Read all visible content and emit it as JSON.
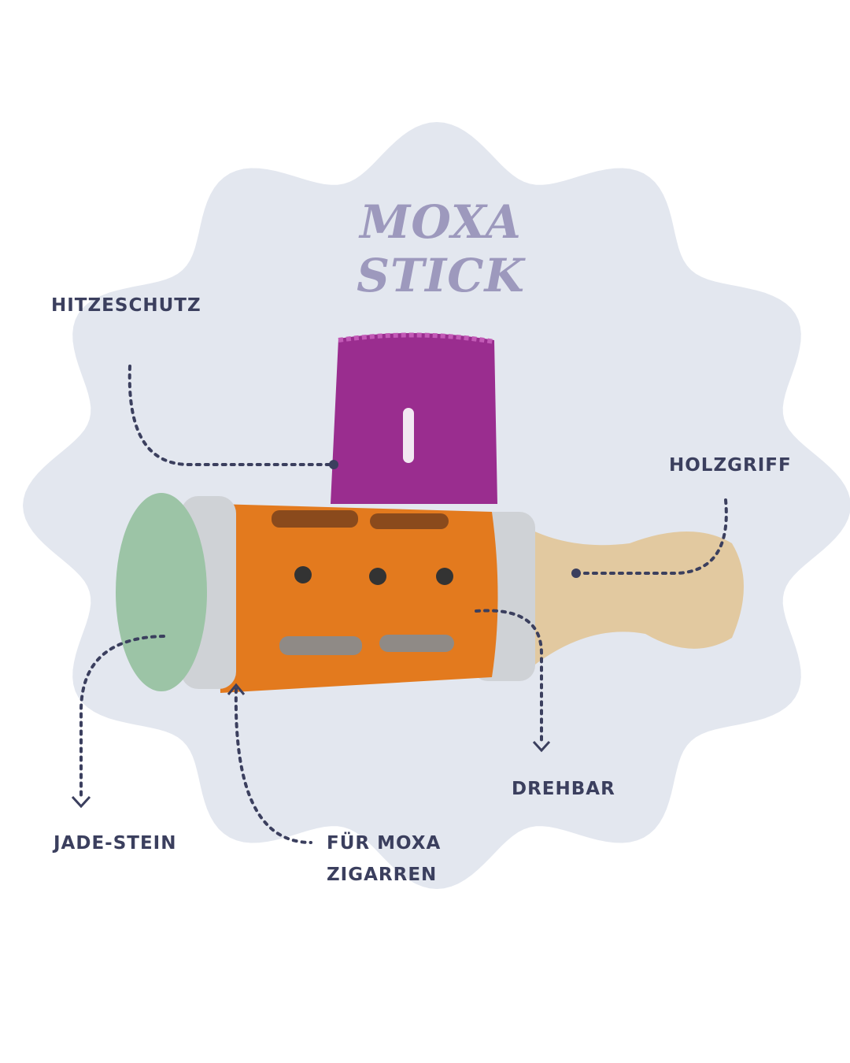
{
  "title": "MOXA STICK",
  "labels": {
    "heat_protection": "HITZESCHUTZ",
    "wood_handle": "HOLZGRIFF",
    "rotatable": "DREHBAR",
    "jade_stone": "JADE-STEIN",
    "for_moxa_cigars_line1": "FÜR MOXA",
    "for_moxa_cigars_line2": "ZIGARREN"
  },
  "colors": {
    "blob": "#e3e7ef",
    "title": "#9d99bd",
    "label": "#3b3f5e",
    "sleeve": "#9a2d8f",
    "body": "#e37a1e",
    "jade": "#9cc4a6",
    "wood": "#e2c9a0"
  }
}
